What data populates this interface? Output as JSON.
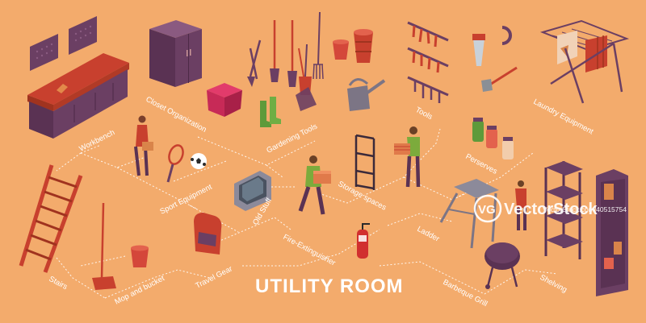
{
  "title": "UTILITY ROOM",
  "nodes": [
    {
      "id": "workbench",
      "label": "Workbench"
    },
    {
      "id": "closet",
      "label": "Closet Organization"
    },
    {
      "id": "gardening",
      "label": "Gardening Tools"
    },
    {
      "id": "tools",
      "label": "Tools"
    },
    {
      "id": "laundry",
      "label": "Laundry Equipment"
    },
    {
      "id": "sport",
      "label": "Sport Equipment"
    },
    {
      "id": "oldstuff",
      "label": "Old Stuff"
    },
    {
      "id": "storage",
      "label": "Storage spaces"
    },
    {
      "id": "preserves",
      "label": "Perserves"
    },
    {
      "id": "stairs",
      "label": "Stairs"
    },
    {
      "id": "mop",
      "label": "Mop and bucket"
    },
    {
      "id": "travel",
      "label": "Travel Gear"
    },
    {
      "id": "fire",
      "label": "Fire-Extinguisher"
    },
    {
      "id": "ladder",
      "label": "Ladder"
    },
    {
      "id": "bbq",
      "label": "Barbeque Grill"
    },
    {
      "id": "shelving",
      "label": "Shelving"
    }
  ],
  "watermark": {
    "brand": "VectorStock",
    "badge": "VG",
    "id": "VectorStock.com/40515754"
  },
  "colors": {
    "background": "#f3ab6c",
    "purple": "#6b3f63",
    "red": "#c8402e",
    "text": "#ffffff"
  }
}
